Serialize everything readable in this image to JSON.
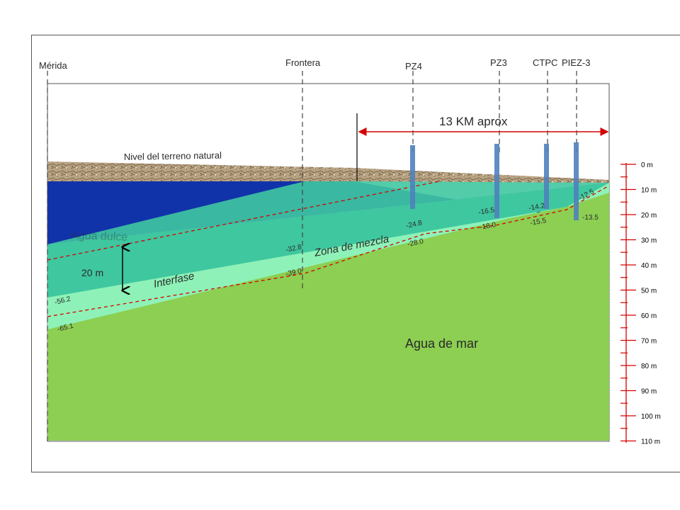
{
  "wells": {
    "merida": "Mérida",
    "frontera": "Frontera",
    "pz4": "PZ4",
    "pz3": "PZ3",
    "ctpc": "CTPC",
    "piez3": "PIEZ-3"
  },
  "labels": {
    "distance": "13 KM aprox",
    "ground": "Nivel del terreno natural",
    "freshwater": "Agua dulce",
    "mixing_zone": "Zona de mezcla",
    "interface": "Interfase",
    "seawater": "Agua de mar",
    "thickness": "20 m"
  },
  "depth_values": {
    "merida_top": "-56.2",
    "merida_bottom": "-65.1",
    "frontera_top": "-32.8",
    "frontera_bottom": "-39.0",
    "pz4_top": "-24.8",
    "pz4_bottom": "-28.0",
    "pz3_top": "-16.5",
    "pz3_bottom": "-18.0",
    "ctpc_top": "-14.2",
    "ctpc_bottom": "-15.5",
    "piez_top": "-12.5",
    "piez_bottom": "-13.5"
  },
  "scale_ticks": [
    "0 m",
    "10 m",
    "20 m",
    "30 m",
    "40 m",
    "50 m",
    "60 m",
    "70 m",
    "80 m",
    "90 m",
    "100 m",
    "110 m"
  ],
  "colors": {
    "ground": "#b8a383",
    "freshwater": "#1133aa",
    "mixing": "#3fc7a0",
    "interface": "#8ef2b8",
    "seawater": "#8ccf52",
    "well": "#4f81bd",
    "red_line": "#d60000"
  }
}
